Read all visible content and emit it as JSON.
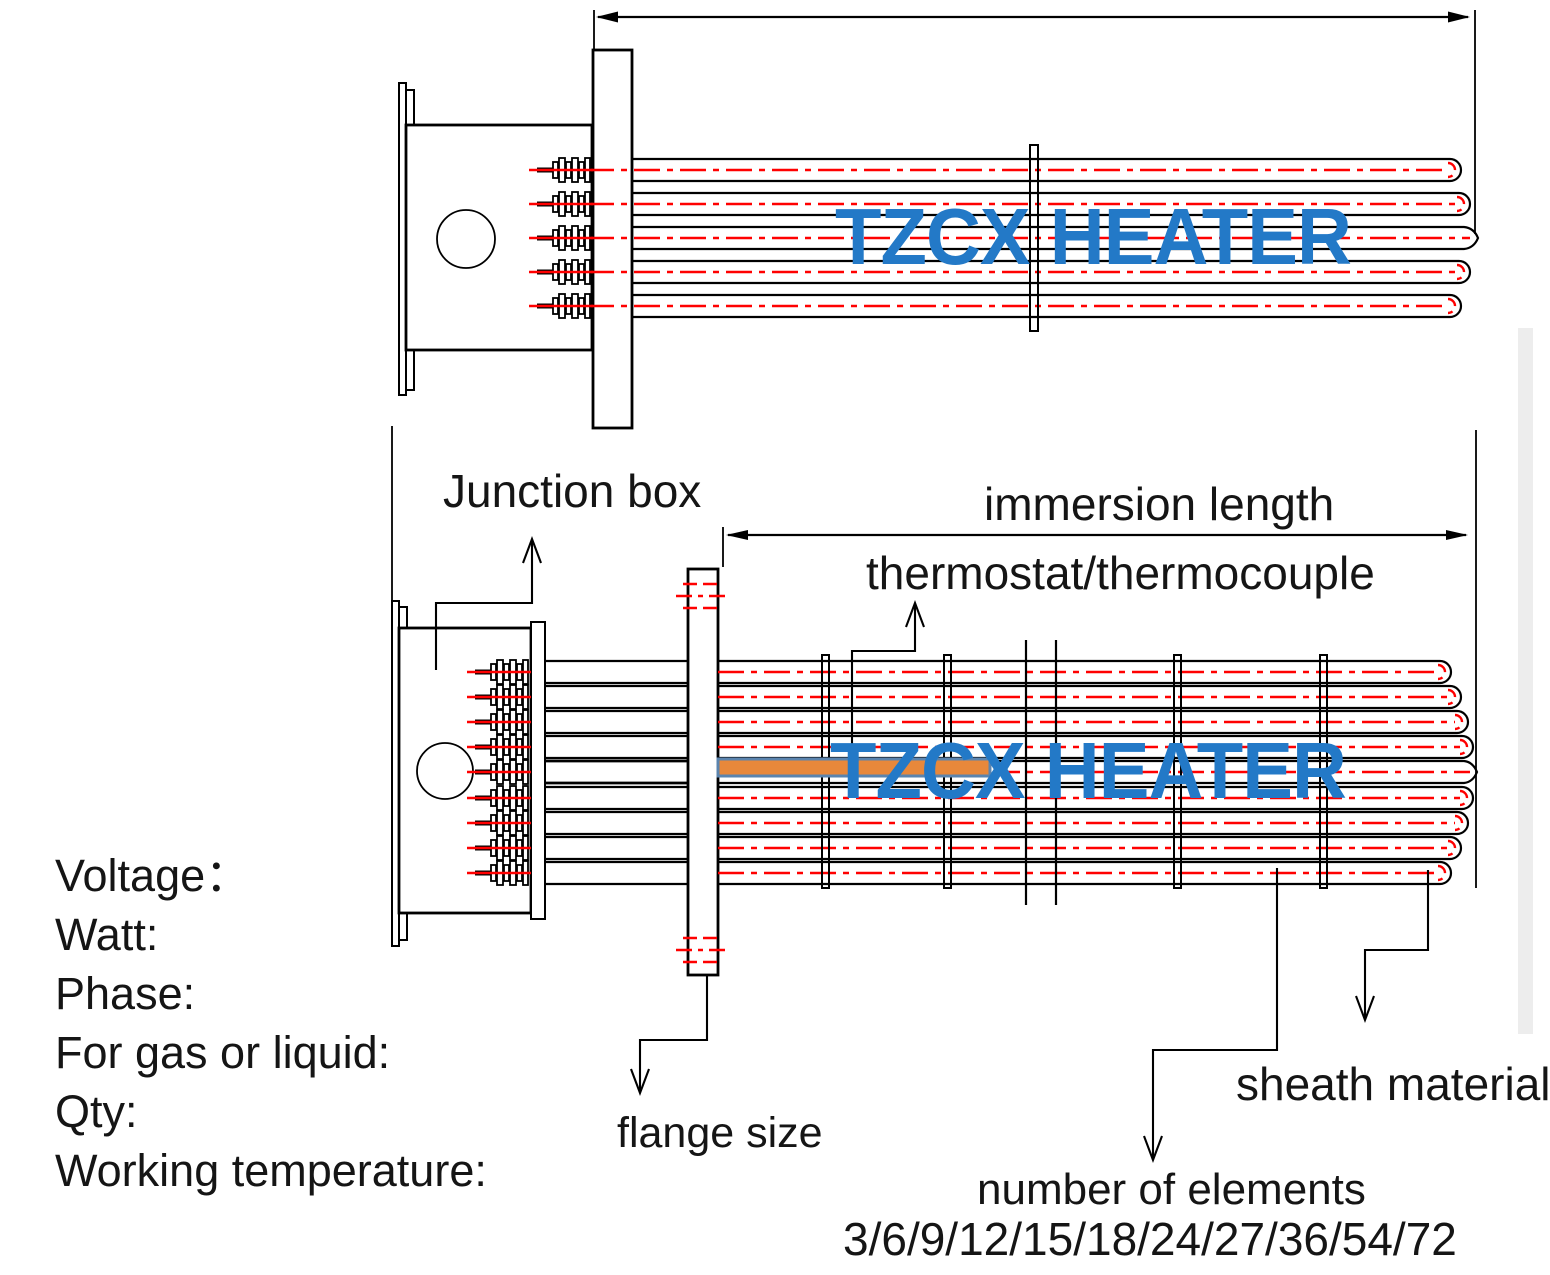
{
  "drawing": {
    "labels": {
      "junction_box": "Junction box",
      "immersion_length": "immersion length",
      "thermostat_thermocouple": "thermostat/thermocouple",
      "flange_size": "flange size",
      "sheath_material": "sheath material",
      "number_of_elements": "number of elements",
      "element_count_options": "3/6/9/12/15/18/24/27/36/54/72"
    },
    "watermark_text": "TZCX HEATER",
    "spec_form": {
      "lines": [
        "Voltage：",
        "Watt:",
        "Phase:",
        "For gas or liquid:",
        "Qty:",
        "Working temperature:"
      ]
    },
    "colors": {
      "watermark_blue": "#2379C7",
      "centerline_red": "#FF0000",
      "probe_orange": "#E8883B",
      "probe_outline": "#5B84AE",
      "ink": "#000000"
    }
  }
}
